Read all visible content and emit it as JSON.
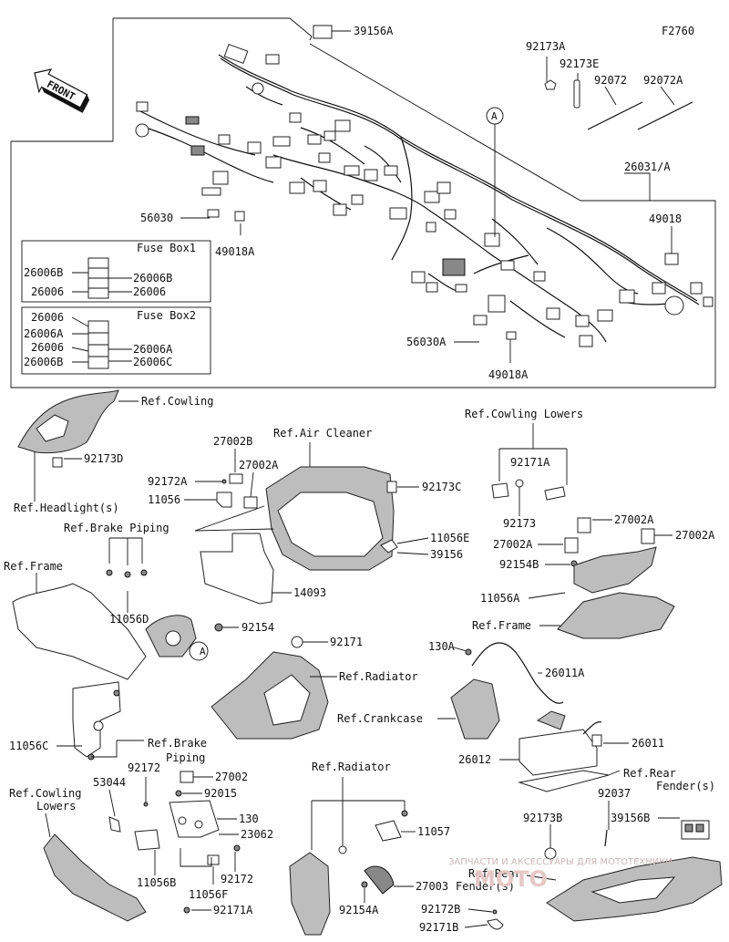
{
  "figure_code": "F2760",
  "front_arrow": "FRONT",
  "harness": {
    "labels": {
      "p39156A": "39156A",
      "p92173A": "92173A",
      "p92173E": "92173E",
      "p92072": "92072",
      "p92072A": "92072A",
      "p26031A": "26031/A",
      "p49018": "49018",
      "p56030": "56030",
      "p49018A_1": "49018A",
      "p56030A": "56030A",
      "p49018A_2": "49018A",
      "refA": "A"
    },
    "fuse_box1": {
      "title": "Fuse Box1",
      "labels": [
        "26006B",
        "26006B",
        "26006",
        "26006"
      ]
    },
    "fuse_box2": {
      "title": "Fuse Box2",
      "labels": [
        "26006",
        "26006A",
        "26006",
        "26006A",
        "26006B",
        "26006C"
      ]
    }
  },
  "lower": {
    "ref_cowling": "Ref.Cowling",
    "p92173D": "92173D",
    "ref_headlight": "Ref.Headlight(s)",
    "ref_brake_piping_1": "Ref.Brake Piping",
    "ref_frame_1": "Ref.Frame",
    "p11056D": "11056D",
    "p27002B": "27002B",
    "p27002A_1": "27002A",
    "p92172A": "92172A",
    "p11056": "11056",
    "ref_air_cleaner": "Ref.Air Cleaner",
    "p92173C": "92173C",
    "p11056E": "11056E",
    "p39156": "39156",
    "p14093": "14093",
    "p92154": "92154",
    "refA": "A",
    "p92171": "92171",
    "ref_radiator_1": "Ref.Radiator",
    "ref_cowling_lowers_1": "Ref.Cowling Lowers",
    "p92171A_1": "92171A",
    "p92173": "92173",
    "p27002A_2": "27002A",
    "p27002A_3": "27002A",
    "p27002A_4": "27002A",
    "p92154B": "92154B",
    "p11056A": "11056A",
    "ref_frame_2": "Ref.Frame",
    "p130A": "130A",
    "p26011A": "26011A",
    "ref_crankcase": "Ref.Crankcase",
    "p26011": "26011",
    "p26012": "26012",
    "ref_rear_fender_1": [
      "Ref.Rear",
      "Fender(s)"
    ],
    "p92037": "92037",
    "p39156B": "39156B",
    "p92173B": "92173B",
    "ref_rear_fender_2": [
      "Ref.Rear",
      "Fender(s)"
    ],
    "p92172B": "92172B",
    "p92171B": "92171B",
    "p11056C": "11056C",
    "ref_brake_piping_2": [
      "Ref.Brake",
      "Piping"
    ],
    "p92172_1": "92172",
    "p53044": "53044",
    "ref_cowling_lowers_2": [
      "Ref.Cowling",
      "Lowers"
    ],
    "p27002": "27002",
    "p92015": "92015",
    "p130": "130",
    "p23062": "23062",
    "p11056B": "11056B",
    "p92172_2": "92172",
    "p11056F": "11056F",
    "p92171A_2": "92171A",
    "ref_radiator_2": "Ref.Radiator",
    "p11057": "11057",
    "p27003": "27003",
    "p92154A": "92154A"
  },
  "watermark": "ЗАПЧАСТИ И АКСЕССУАРЫ ДЛЯ МОТОТЕХНИКИ"
}
